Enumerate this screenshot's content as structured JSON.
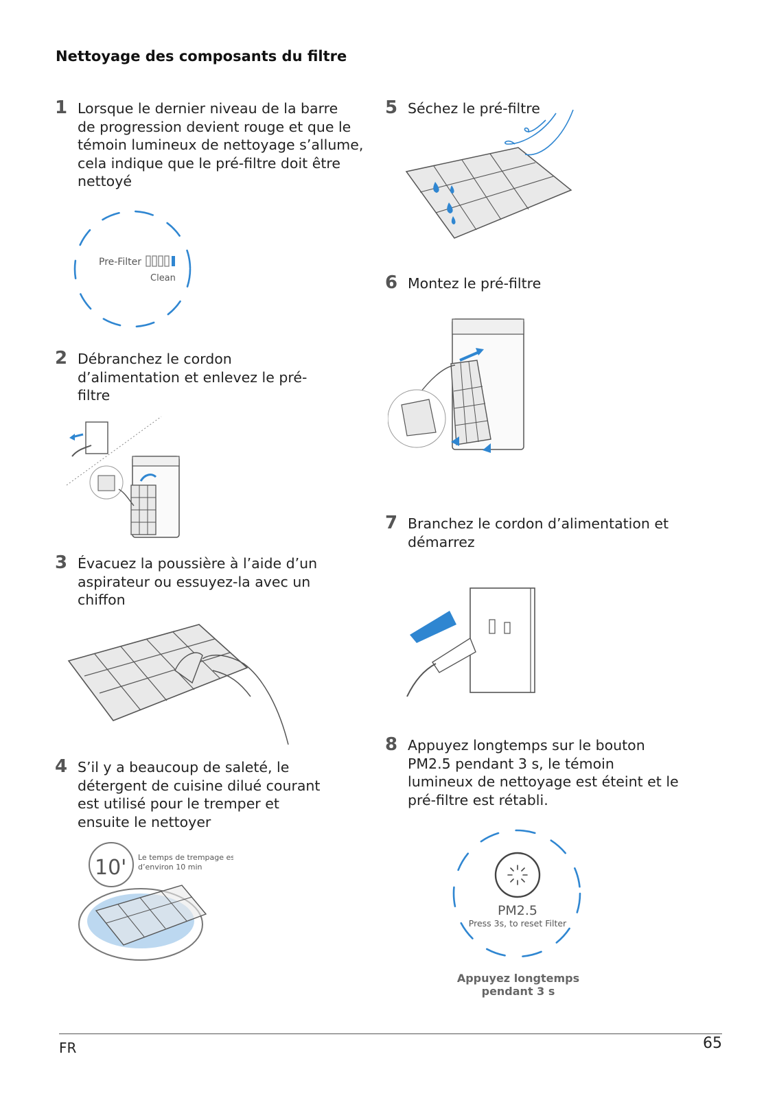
{
  "page": {
    "title": "Nettoyage des composants du filtre",
    "footer_lang": "FR",
    "page_number": "65"
  },
  "steps": [
    {
      "num": "1",
      "lines": [
        "Lorsque le dernier niveau de la barre",
        "de progression devient rouge et que le",
        "témoin lumineux de nettoyage s’allume,",
        "cela indique que le pré-filtre doit être",
        "nettoyé"
      ]
    },
    {
      "num": "2",
      "lines": [
        "Débranchez le cordon",
        "d’alimentation et enlevez le pré-",
        "filtre"
      ]
    },
    {
      "num": "3",
      "lines": [
        "Évacuez la poussière à l’aide d’un",
        "aspirateur ou essuyez-la avec un",
        "chiffon"
      ]
    },
    {
      "num": "4",
      "lines": [
        "S’il y a beaucoup de saleté, le",
        "détergent de cuisine dilué courant",
        "est utilisé pour le tremper et",
        "ensuite le nettoyer"
      ]
    },
    {
      "num": "5",
      "lines": [
        "Séchez le pré-filtre"
      ]
    },
    {
      "num": "6",
      "lines": [
        "Montez le pré-filtre"
      ]
    },
    {
      "num": "7",
      "lines": [
        "Branchez le cordon d’alimentation et",
        "démarrez"
      ]
    },
    {
      "num": "8",
      "lines": [
        "Appuyez longtemps sur le bouton",
        "PM2.5 pendant 3 s, le témoin",
        "lumineux de nettoyage est éteint et le",
        "pré-filtre est rétabli."
      ]
    }
  ],
  "display1": {
    "prefilter_label": "Pre-Filter",
    "clean_label": "Clean",
    "bar_levels": 5,
    "bar_active": 1
  },
  "soak": {
    "timer": "10'",
    "note_line1": "Le temps de trempage est",
    "note_line2": "d’environ 10 min"
  },
  "display8": {
    "pm_label": "PM2.5",
    "reset_text": "Press 3s, to reset Filter"
  },
  "caption8": {
    "line1": "Appuyez longtemps",
    "line2": "pendant 3 s"
  },
  "colors": {
    "accent": "#2f86d1",
    "line": "#555555",
    "filter_fill": "#e9e9e9"
  }
}
